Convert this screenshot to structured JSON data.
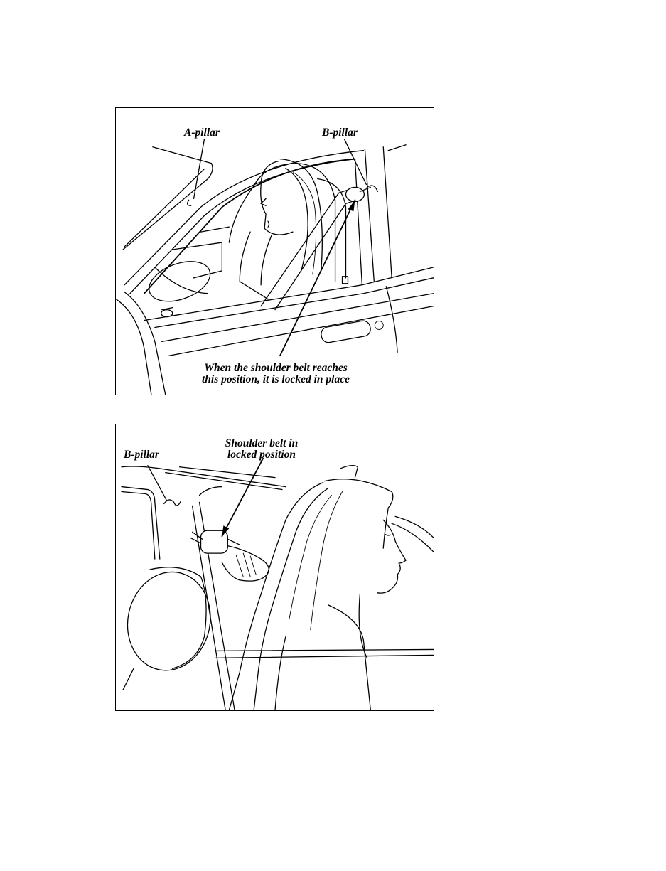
{
  "figure_1": {
    "labels": {
      "a_pillar": "A-pillar",
      "b_pillar": "B-pillar",
      "caption_line1": "When the shoulder belt reaches",
      "caption_line2": "this position, it is locked in place"
    }
  },
  "figure_2": {
    "labels": {
      "b_pillar": "B-pillar",
      "belt_line1": "Shoulder belt in",
      "belt_line2": "locked position"
    }
  }
}
